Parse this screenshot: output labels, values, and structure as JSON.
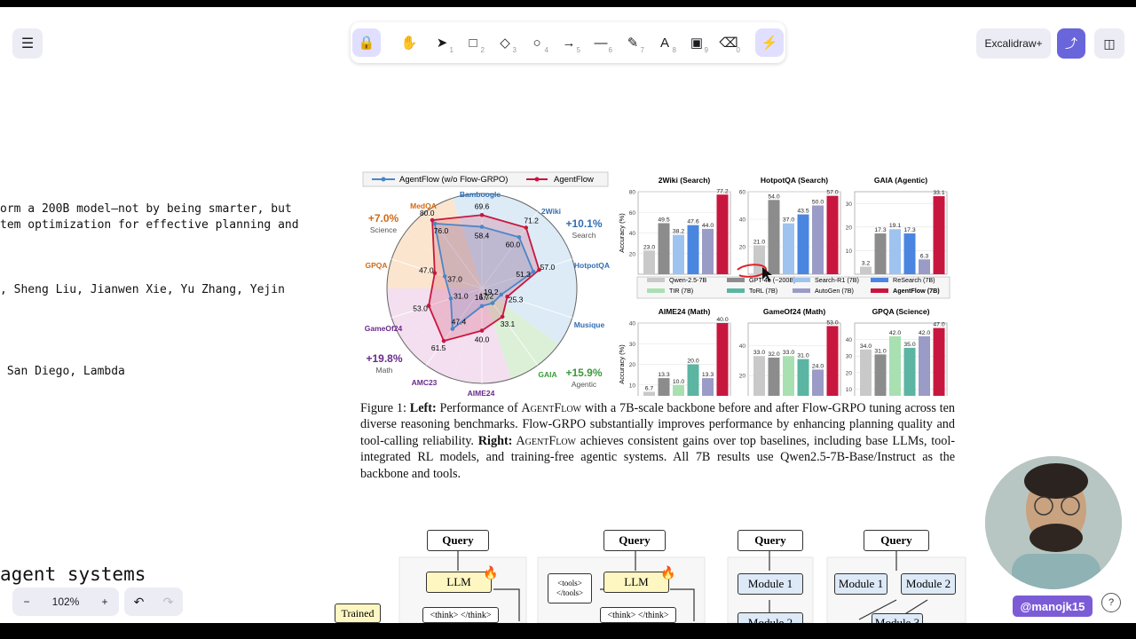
{
  "app": {
    "menu_icon": "hamburger-icon",
    "excalidraw_plus": "Excalidraw+",
    "zoom": "102%",
    "zoom_minus": "−",
    "zoom_plus": "+",
    "handle": "@manojk15"
  },
  "toolbar": {
    "tools": [
      {
        "name": "lock",
        "glyph": "🔒",
        "num": ""
      },
      {
        "name": "hand",
        "glyph": "✋",
        "num": ""
      },
      {
        "name": "selection",
        "glyph": "➤",
        "num": "1"
      },
      {
        "name": "rectangle",
        "glyph": "□",
        "num": "2"
      },
      {
        "name": "diamond",
        "glyph": "◇",
        "num": "3"
      },
      {
        "name": "ellipse",
        "glyph": "○",
        "num": "4"
      },
      {
        "name": "arrow",
        "glyph": "→",
        "num": "5"
      },
      {
        "name": "line",
        "glyph": "—",
        "num": "6"
      },
      {
        "name": "draw",
        "glyph": "✎",
        "num": "7"
      },
      {
        "name": "text",
        "glyph": "A",
        "num": "8"
      },
      {
        "name": "image",
        "glyph": "▣",
        "num": "9"
      },
      {
        "name": "eraser",
        "glyph": "⌫",
        "num": "0"
      },
      {
        "name": "laser",
        "glyph": "⚡",
        "num": ""
      }
    ]
  },
  "canvas_text": {
    "line1": "orm a 200B model—not by being smarter, but",
    "line2": "tem optimization for effective planning and",
    "authors": ", Sheng Liu, Jianwen Xie, Yu Zhang, Yejin",
    "affil": " San Diego, Lambda",
    "heading": "agent systems"
  },
  "radar": {
    "legend": [
      "AgentFlow (w/o Flow-GRPO)",
      "AgentFlow"
    ],
    "axes": [
      "Bamboogle",
      "2Wiki",
      "HotpotQA",
      "Musique",
      "GAIA",
      "AIME24",
      "AMC23",
      "GameOf24",
      "GPQA",
      "MedQA"
    ],
    "agentflow": [
      69.6,
      71.2,
      57.0,
      25.3,
      33.1,
      40.0,
      61.5,
      53.0,
      47.0,
      80.0
    ],
    "baseline": [
      58.4,
      60.0,
      51.3,
      19.2,
      17.2,
      16.7,
      47.4,
      31.0,
      37.0,
      76.0
    ],
    "gains": [
      {
        "pct": "+7.0%",
        "label": "Science"
      },
      {
        "pct": "+10.1%",
        "label": "Search"
      },
      {
        "pct": "+19.8%",
        "label": "Math"
      },
      {
        "pct": "+15.9%",
        "label": "Agentic"
      }
    ]
  },
  "bars": {
    "ylabel": "Accuracy (%)",
    "legend": [
      "Qwen-2.5-7B",
      "GPT-4o (~200B)",
      "Search-R1 (7B)",
      "ReSearch (7B)",
      "TIR (7B)",
      "ToRL (7B)",
      "AutoGen (7B)",
      "AgentFlow (7B)"
    ],
    "colors": {
      "qwen": "#c9c9c9",
      "gpt": "#8c8c8c",
      "search": "#9ec3ee",
      "research": "#4a86e0",
      "tir": "#a9e0b2",
      "torl": "#5bb5a2",
      "autogen": "#9b9bc7",
      "agentflow": "#c8173f"
    },
    "panels": [
      {
        "title": "2Wiki (Search)",
        "ymax": 80,
        "ticks": [
          20,
          40,
          60,
          80
        ],
        "keys": [
          "qwen",
          "gpt",
          "search",
          "research",
          "autogen",
          "agentflow"
        ],
        "values": [
          23.0,
          49.5,
          38.2,
          47.6,
          44.0,
          77.2
        ]
      },
      {
        "title": "HotpotQA (Search)",
        "ymax": 60,
        "ticks": [
          20,
          40,
          60
        ],
        "keys": [
          "qwen",
          "gpt",
          "search",
          "research",
          "autogen",
          "agentflow"
        ],
        "values": [
          21.0,
          54.0,
          37.0,
          43.5,
          50.0,
          57.0
        ]
      },
      {
        "title": "GAIA (Agentic)",
        "ymax": 35,
        "ticks": [
          10,
          20,
          30
        ],
        "keys": [
          "qwen",
          "gpt",
          "search",
          "research",
          "autogen",
          "agentflow"
        ],
        "values": [
          3.2,
          17.3,
          19.1,
          17.3,
          6.3,
          33.1
        ]
      },
      {
        "title": "AIME24 (Math)",
        "ymax": 40,
        "ticks": [
          10,
          20,
          30,
          40
        ],
        "keys": [
          "qwen",
          "gpt",
          "tir",
          "torl",
          "autogen",
          "agentflow"
        ],
        "values": [
          6.7,
          13.3,
          10.0,
          20.0,
          13.3,
          40.0
        ]
      },
      {
        "title": "GameOf24 (Math)",
        "ymax": 55,
        "ticks": [
          20,
          40
        ],
        "keys": [
          "qwen",
          "gpt",
          "tir",
          "torl",
          "autogen",
          "agentflow"
        ],
        "values": [
          33.0,
          32.0,
          33.0,
          31.0,
          24.0,
          53.0
        ]
      },
      {
        "title": "GPQA (Science)",
        "ymax": 50,
        "ticks": [
          10,
          20,
          30,
          40
        ],
        "keys": [
          "qwen",
          "gpt",
          "tir",
          "torl",
          "autogen",
          "agentflow"
        ],
        "values": [
          34.0,
          31.0,
          42.0,
          35.0,
          42.0,
          47.0
        ]
      }
    ]
  },
  "caption": {
    "fig": "Figure 1:",
    "left": "Left:",
    "p1": " Performance of ",
    "agentflow": "AgentFlow",
    "p2": " with a 7B-scale backbone before and after Flow-GRPO tuning across ten diverse reasoning benchmarks.  Flow-GRPO substantially improves performance by enhancing planning quality and tool-calling reliability. ",
    "right": "Right:",
    "p3": " AgentFlow",
    "p4": " achieves consistent gains over top baselines, including base LLMs, tool-integrated RL models, and training-free agentic systems. All 7B results use Qwen2.5-7B-Base/Instruct as the backbone and tools."
  },
  "flow": {
    "query": "Query",
    "llm": "LLM",
    "think": "<think> </think>",
    "tools": "<tools>\n</tools>",
    "module1": "Module 1",
    "module2": "Module 2",
    "module3": "Module 3",
    "trained": "Trained"
  }
}
